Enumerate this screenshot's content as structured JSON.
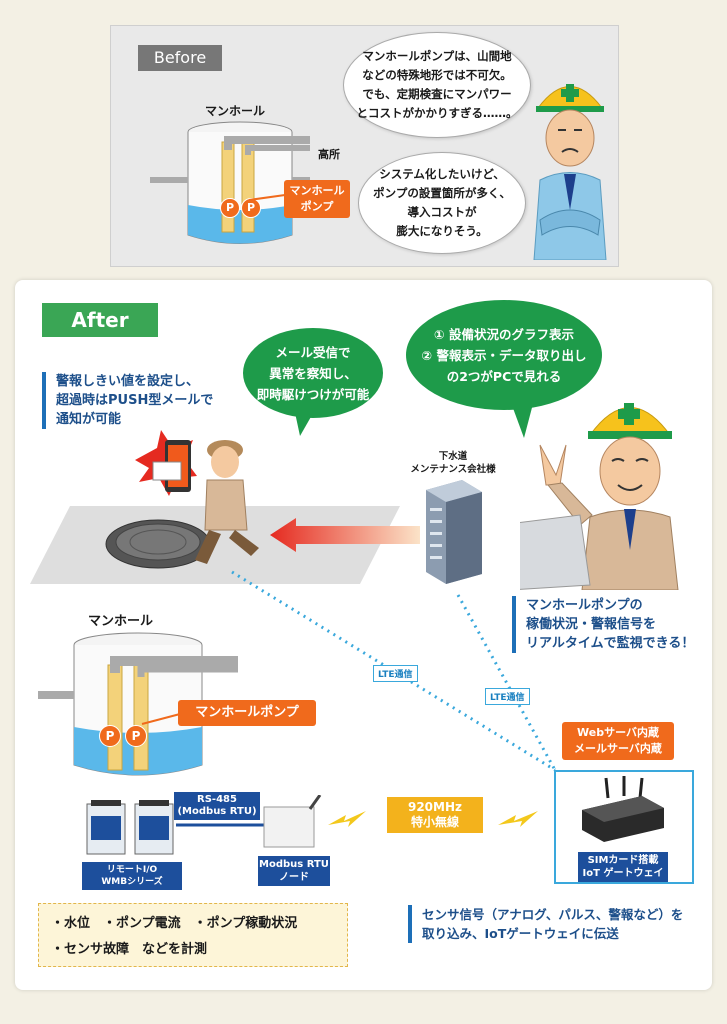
{
  "before": {
    "tag": "Before",
    "manhole_label": "マンホール",
    "high_label": "高所",
    "pump_letter": "P",
    "pump_label": "マンホール\nポンプ",
    "bubble1": "マンホールポンプは、山間地\nなどの特殊地形では不可欠。\nでも、定期検査にマンパワー\nとコストがかかりすぎる……。",
    "bubble2": "システム化したいけど、\nポンプの設置箇所が多く、\n導入コストが\n膨大になりそう。"
  },
  "after": {
    "tag": "After",
    "note_alert": "警報しきい値を設定し、\n超過時はPUSH型メールで\n通知が可能",
    "bubble_mail": "メール受信で\n異常を察知し、\n即時駆けつけが可能",
    "bubble_graph": "① 設備状況のグラフ表示\n② 警報表示・データ取り出し\nの2つがPCで見れる",
    "server_label": "下水道\nメンテナンス会社様",
    "note_monitor": "マンホールポンプの\n稼働状況・警報信号を\nリアルタイムで監視できる！",
    "lte_label": "LTE通信",
    "manhole_label": "マンホール",
    "pump_letter": "P",
    "pump_label": "マンホールポンプ",
    "gateway_features": "Webサーバ内蔵\nメールサーバ内蔵",
    "rs485_label": "RS-485\n(Modbus RTU)",
    "wireless_label": "920MHz\n特小無線",
    "remote_io_label": "リモートI/O\nWMBシリーズ",
    "rtu_node_label": "Modbus RTU\nノード",
    "gateway_label": "SIMカード搭載\nIoT ゲートウェイ",
    "measure_line1": "・水位　・ポンプ電流　・ポンプ稼動状況",
    "measure_line2": "・センサ故障　などを計測",
    "note_sensor": "センサ信号（アナログ、パルス、警報など）を\n取り込み、IoTゲートウェイに伝送"
  },
  "colors": {
    "green": "#1e9b4a",
    "orange": "#f06a1c",
    "navy": "#1d4f9c",
    "water": "#5ab8ea",
    "lte_blue": "#3aa8dc"
  }
}
